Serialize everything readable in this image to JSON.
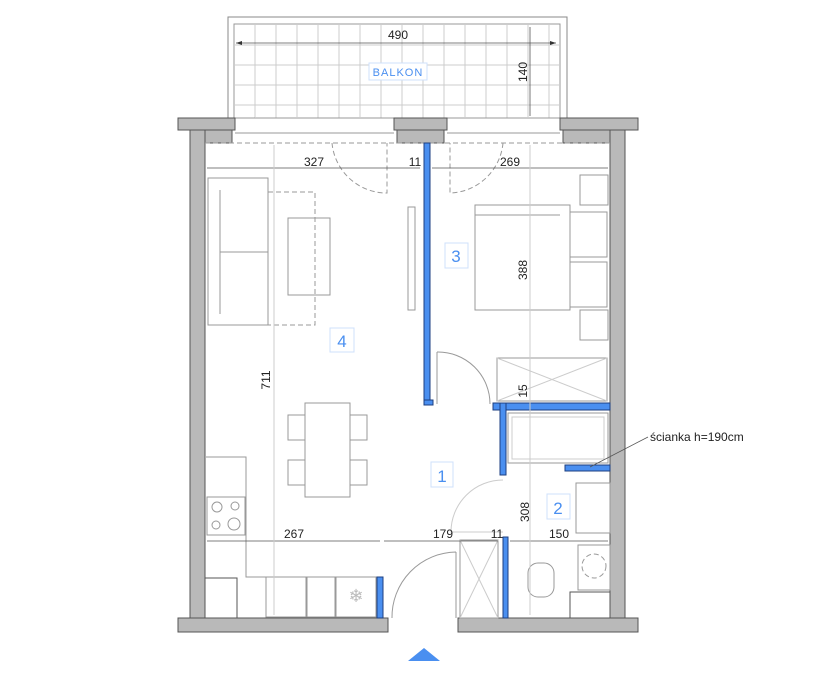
{
  "plan": {
    "balcony_label": "BALKON",
    "rooms": [
      {
        "number": "1"
      },
      {
        "number": "2"
      },
      {
        "number": "3"
      },
      {
        "number": "4"
      }
    ],
    "dimensions": {
      "balcony_width": "490",
      "balcony_depth": "140",
      "living_width": "327",
      "wall_top": "11",
      "bedroom_width": "269",
      "bedroom_depth": "388",
      "living_depth": "711",
      "gap": "15",
      "bath_depth": "308",
      "kitchen_width": "267",
      "hall_width": "179",
      "wall_bottom": "11",
      "bath_width": "150"
    },
    "note": "ścianka h=190cm",
    "colors": {
      "accent": "#4a8ff0",
      "wall": "#b9b9b9"
    }
  }
}
